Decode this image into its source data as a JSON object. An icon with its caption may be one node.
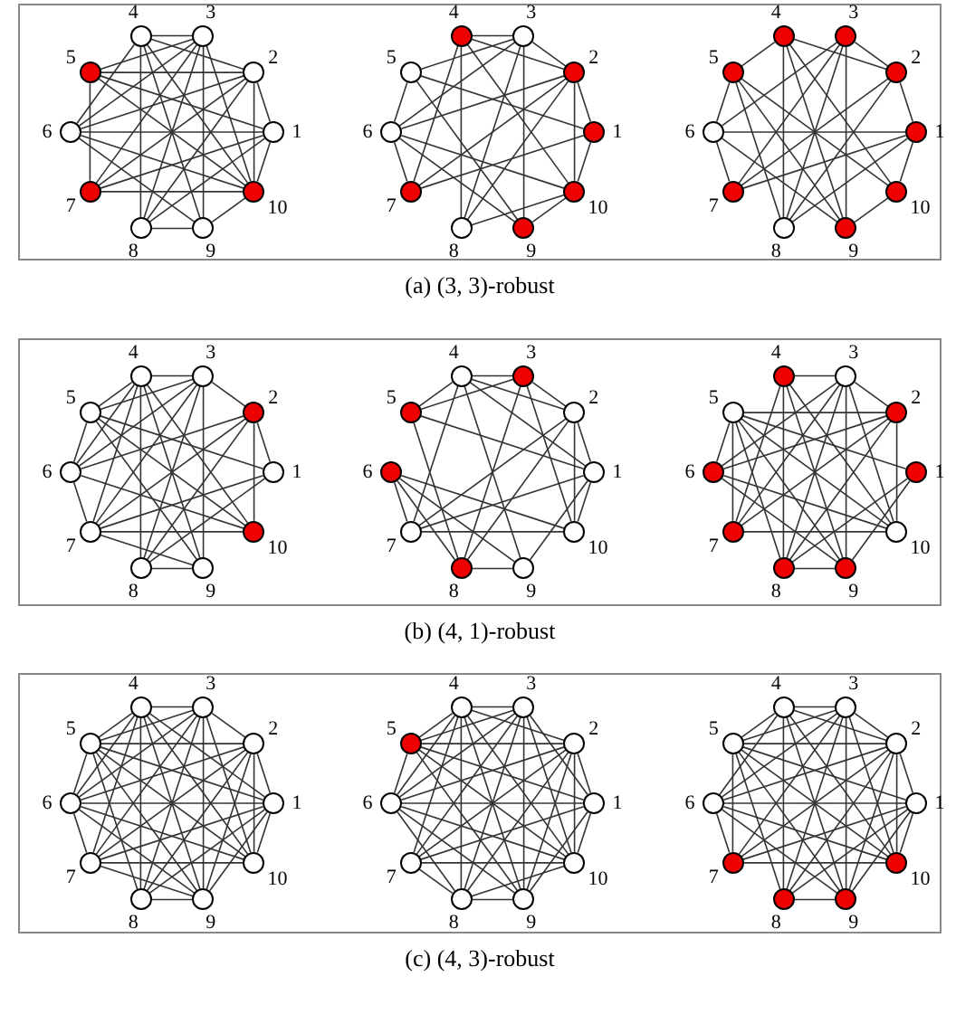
{
  "diagram": {
    "nodes": [
      {
        "text": [
          "(a) (3, 3)-robust"
        ]
      },
      {
        "text": [],
        "shape": "circle",
        "beside": [
          "1"
        ],
        "in": 0
      },
      {
        "text": [],
        "shape": "circle",
        "beside": [
          "2"
        ],
        "in": 0
      },
      {
        "text": [],
        "shape": "circle",
        "beside": [
          "3"
        ],
        "in": 0
      },
      {
        "text": [],
        "shape": "circle",
        "beside": [
          "4"
        ],
        "in": 0
      },
      {
        "text": [],
        "shape": "circle",
        "beside": [
          "5"
        ],
        "in": 0
      },
      {
        "text": [],
        "shape": "circle",
        "beside": [
          "6"
        ],
        "in": 0
      },
      {
        "text": [],
        "shape": "circle",
        "beside": [
          "7"
        ],
        "in": 0
      },
      {
        "text": [],
        "shape": "circle",
        "beside": [
          "8"
        ],
        "in": 0
      },
      {
        "text": [],
        "shape": "circle",
        "beside": [
          "9"
        ],
        "in": 0
      },
      {
        "text": [],
        "shape": "circle",
        "beside": [
          "10"
        ],
        "in": 0
      },
      {
        "text": [],
        "shape": "circle",
        "beside": [
          "1"
        ],
        "in": 0
      },
      {
        "text": [],
        "shape": "circle",
        "beside": [
          "2"
        ],
        "in": 0
      },
      {
        "text": [],
        "shape": "circle",
        "beside": [
          "3"
        ],
        "in": 0
      },
      {
        "text": [],
        "shape": "circle",
        "beside": [
          "4"
        ],
        "in": 0
      },
      {
        "text": [],
        "shape": "circle",
        "beside": [
          "5"
        ],
        "in": 0
      },
      {
        "text": [],
        "shape": "circle",
        "beside": [
          "6"
        ],
        "in": 0
      },
      {
        "text": [],
        "shape": "circle",
        "beside": [
          "7"
        ],
        "in": 0
      },
      {
        "text": [],
        "shape": "circle",
        "beside": [
          "8"
        ],
        "in": 0
      },
      {
        "text": [],
        "shape": "circle",
        "beside": [
          "9"
        ],
        "in": 0
      },
      {
        "text": [],
        "shape": "circle",
        "beside": [
          "10"
        ],
        "in": 0
      },
      {
        "text": [],
        "shape": "circle",
        "beside": [
          "1"
        ],
        "in": 0
      },
      {
        "text": [],
        "shape": "circle",
        "beside": [
          "2"
        ],
        "in": 0
      },
      {
        "text": [],
        "shape": "circle",
        "beside": [
          "3"
        ],
        "in": 0
      },
      {
        "text": [],
        "shape": "circle",
        "beside": [
          "4"
        ],
        "in": 0
      },
      {
        "text": [],
        "shape": "circle",
        "beside": [
          "5"
        ],
        "in": 0
      },
      {
        "text": [],
        "shape": "circle",
        "beside": [
          "6"
        ],
        "in": 0
      },
      {
        "text": [],
        "shape": "circle",
        "beside": [
          "7"
        ],
        "in": 0
      },
      {
        "text": [],
        "shape": "circle",
        "beside": [
          "8"
        ],
        "in": 0
      },
      {
        "text": [],
        "shape": "circle",
        "beside": [
          "9"
        ],
        "in": 0
      },
      {
        "text": [],
        "shape": "circle",
        "beside": [
          "10"
        ],
        "in": 0
      },
      {
        "text": [
          "(b) (4, 1)-robust"
        ]
      },
      {
        "text": [],
        "shape": "circle",
        "beside": [
          "1"
        ],
        "in": 31
      },
      {
        "text": [],
        "shape": "circle",
        "beside": [
          "2"
        ],
        "in": 31
      },
      {
        "text": [],
        "shape": "circle",
        "beside": [
          "3"
        ],
        "in": 31
      },
      {
        "text": [],
        "shape": "circle",
        "beside": [
          "4"
        ],
        "in": 31
      },
      {
        "text": [],
        "shape": "circle",
        "beside": [
          "5"
        ],
        "in": 31
      },
      {
        "text": [],
        "shape": "circle",
        "beside": [
          "6"
        ],
        "in": 31
      },
      {
        "text": [],
        "shape": "circle",
        "beside": [
          "7"
        ],
        "in": 31
      },
      {
        "text": [],
        "shape": "circle",
        "beside": [
          "8"
        ],
        "in": 31
      },
      {
        "text": [],
        "shape": "circle",
        "beside": [
          "9"
        ],
        "in": 31
      },
      {
        "text": [],
        "shape": "circle",
        "beside": [
          "10"
        ],
        "in": 31
      },
      {
        "text": [],
        "shape": "circle",
        "beside": [
          "1"
        ],
        "in": 31
      },
      {
        "text": [],
        "shape": "circle",
        "beside": [
          "2"
        ],
        "in": 31
      },
      {
        "text": [],
        "shape": "circle",
        "beside": [
          "3"
        ],
        "in": 31
      },
      {
        "text": [],
        "shape": "circle",
        "beside": [
          "4"
        ],
        "in": 31
      },
      {
        "text": [],
        "shape": "circle",
        "beside": [
          "5"
        ],
        "in": 31
      },
      {
        "text": [],
        "shape": "circle",
        "beside": [
          "6"
        ],
        "in": 31
      },
      {
        "text": [],
        "shape": "circle",
        "beside": [
          "7"
        ],
        "in": 31
      },
      {
        "text": [],
        "shape": "circle",
        "beside": [
          "8"
        ],
        "in": 31
      },
      {
        "text": [],
        "shape": "circle",
        "beside": [
          "9"
        ],
        "in": 31
      },
      {
        "text": [],
        "shape": "circle",
        "beside": [
          "10"
        ],
        "in": 31
      },
      {
        "text": [],
        "shape": "circle",
        "beside": [
          "1"
        ],
        "in": 31
      },
      {
        "text": [],
        "shape": "circle",
        "beside": [
          "2"
        ],
        "in": 31
      },
      {
        "text": [],
        "shape": "circle",
        "beside": [
          "3"
        ],
        "in": 31
      },
      {
        "text": [],
        "shape": "circle",
        "beside": [
          "4"
        ],
        "in": 31
      },
      {
        "text": [],
        "shape": "circle",
        "beside": [
          "5"
        ],
        "in": 31
      },
      {
        "text": [],
        "shape": "circle",
        "beside": [
          "6"
        ],
        "in": 31
      },
      {
        "text": [],
        "shape": "circle",
        "beside": [
          "7"
        ],
        "in": 31
      },
      {
        "text": [],
        "shape": "circle",
        "beside": [
          "8"
        ],
        "in": 31
      },
      {
        "text": [],
        "shape": "circle",
        "beside": [
          "9"
        ],
        "in": 31
      },
      {
        "text": [],
        "shape": "circle",
        "beside": [
          "10"
        ],
        "in": 31
      },
      {
        "text": [
          "(c) (4, 3)-robust"
        ]
      },
      {
        "text": [],
        "shape": "circle",
        "beside": [
          "1"
        ],
        "in": 62
      },
      {
        "text": [],
        "shape": "circle",
        "beside": [
          "2"
        ],
        "in": 62
      },
      {
        "text": [],
        "shape": "circle",
        "beside": [
          "3"
        ],
        "in": 62
      },
      {
        "text": [],
        "shape": "circle",
        "beside": [
          "4"
        ],
        "in": 62
      },
      {
        "text": [],
        "shape": "circle",
        "beside": [
          "5"
        ],
        "in": 62
      },
      {
        "text": [],
        "shape": "circle",
        "beside": [
          "6"
        ],
        "in": 62
      },
      {
        "text": [],
        "shape": "circle",
        "beside": [
          "7"
        ],
        "in": 62
      },
      {
        "text": [],
        "shape": "circle",
        "beside": [
          "8"
        ],
        "in": 62
      },
      {
        "text": [],
        "shape": "circle",
        "beside": [
          "9"
        ],
        "in": 62
      },
      {
        "text": [],
        "shape": "circle",
        "beside": [
          "10"
        ],
        "in": 62
      },
      {
        "text": [],
        "shape": "circle",
        "beside": [
          "1"
        ],
        "in": 62
      },
      {
        "text": [],
        "shape": "circle",
        "beside": [
          "2"
        ],
        "in": 62
      },
      {
        "text": [],
        "shape": "circle",
        "beside": [
          "3"
        ],
        "in": 62
      },
      {
        "text": [],
        "shape": "circle",
        "beside": [
          "4"
        ],
        "in": 62
      },
      {
        "text": [],
        "shape": "circle",
        "beside": [
          "5"
        ],
        "in": 62
      },
      {
        "text": [],
        "shape": "circle",
        "beside": [
          "6"
        ],
        "in": 62
      },
      {
        "text": [],
        "shape": "circle",
        "beside": [
          "7"
        ],
        "in": 62
      },
      {
        "text": [],
        "shape": "circle",
        "beside": [
          "8"
        ],
        "in": 62
      },
      {
        "text": [],
        "shape": "circle",
        "beside": [
          "9"
        ],
        "in": 62
      },
      {
        "text": [],
        "shape": "circle",
        "beside": [
          "10"
        ],
        "in": 62
      },
      {
        "text": [],
        "shape": "circle",
        "beside": [
          "1"
        ],
        "in": 62
      },
      {
        "text": [],
        "shape": "circle",
        "beside": [
          "2"
        ],
        "in": 62
      },
      {
        "text": [],
        "shape": "circle",
        "beside": [
          "3"
        ],
        "in": 62
      },
      {
        "text": [],
        "shape": "circle",
        "beside": [
          "4"
        ],
        "in": 62
      },
      {
        "text": [],
        "shape": "circle",
        "beside": [
          "5"
        ],
        "in": 62
      },
      {
        "text": [],
        "shape": "circle",
        "beside": [
          "6"
        ],
        "in": 62
      },
      {
        "text": [],
        "shape": "circle",
        "beside": [
          "7"
        ],
        "in": 62
      },
      {
        "text": [],
        "shape": "circle",
        "beside": [
          "8"
        ],
        "in": 62
      },
      {
        "text": [],
        "shape": "circle",
        "beside": [
          "9"
        ],
        "in": 62
      },
      {
        "text": [],
        "shape": "circle",
        "beside": [
          "10"
        ],
        "in": 62
      }
    ],
    "edges": [
      {
        "from": 4,
        "to": 3,
        "arrow": "none"
      },
      {
        "from": 4,
        "to": 2,
        "arrow": "none"
      },
      {
        "from": 4,
        "to": 8,
        "arrow": "none"
      },
      {
        "from": 4,
        "to": 9,
        "arrow": "none"
      },
      {
        "from": 4,
        "to": 10,
        "arrow": "none"
      },
      {
        "from": 3,
        "to": 5,
        "arrow": "none"
      },
      {
        "from": 3,
        "to": 6,
        "arrow": "none"
      },
      {
        "from": 3,
        "to": 7,
        "arrow": "none"
      },
      {
        "from": 3,
        "to": 8,
        "arrow": "none"
      },
      {
        "from": 3,
        "to": 9,
        "arrow": "none"
      },
      {
        "from": 3,
        "to": 10,
        "arrow": "none"
      },
      {
        "from": 5,
        "to": 2,
        "arrow": "none"
      },
      {
        "from": 5,
        "to": 1,
        "arrow": "none"
      },
      {
        "from": 5,
        "to": 10,
        "arrow": "none"
      },
      {
        "from": 5,
        "to": 7,
        "arrow": "none"
      },
      {
        "from": 6,
        "to": 1,
        "arrow": "none"
      },
      {
        "from": 6,
        "to": 2,
        "arrow": "none"
      },
      {
        "from": 6,
        "to": 4,
        "arrow": "none"
      },
      {
        "from": 6,
        "to": 9,
        "arrow": "none"
      },
      {
        "from": 6,
        "to": 10,
        "arrow": "none"
      },
      {
        "from": 7,
        "to": 10,
        "arrow": "none"
      },
      {
        "from": 7,
        "to": 1,
        "arrow": "none"
      },
      {
        "from": 7,
        "to": 2,
        "arrow": "none"
      },
      {
        "from": 8,
        "to": 9,
        "arrow": "none"
      },
      {
        "from": 8,
        "to": 2,
        "arrow": "none"
      },
      {
        "from": 8,
        "to": 1,
        "arrow": "none"
      },
      {
        "from": 2,
        "to": 1,
        "arrow": "none"
      },
      {
        "from": 2,
        "to": 10,
        "arrow": "none"
      },
      {
        "from": 1,
        "to": 10,
        "arrow": "none"
      },
      {
        "from": 9,
        "to": 10,
        "arrow": "none"
      },
      {
        "from": 14,
        "to": 13,
        "arrow": "none"
      },
      {
        "from": 14,
        "to": 12,
        "arrow": "none"
      },
      {
        "from": 14,
        "to": 18,
        "arrow": "none"
      },
      {
        "from": 14,
        "to": 20,
        "arrow": "none"
      },
      {
        "from": 14,
        "to": 17,
        "arrow": "none"
      },
      {
        "from": 13,
        "to": 15,
        "arrow": "none"
      },
      {
        "from": 13,
        "to": 16,
        "arrow": "none"
      },
      {
        "from": 13,
        "to": 19,
        "arrow": "none"
      },
      {
        "from": 13,
        "to": 12,
        "arrow": "none"
      },
      {
        "from": 13,
        "to": 18,
        "arrow": "none"
      },
      {
        "from": 15,
        "to": 16,
        "arrow": "none"
      },
      {
        "from": 15,
        "to": 11,
        "arrow": "none"
      },
      {
        "from": 15,
        "to": 19,
        "arrow": "none"
      },
      {
        "from": 12,
        "to": 16,
        "arrow": "none"
      },
      {
        "from": 12,
        "to": 17,
        "arrow": "none"
      },
      {
        "from": 12,
        "to": 11,
        "arrow": "none"
      },
      {
        "from": 12,
        "to": 20,
        "arrow": "none"
      },
      {
        "from": 12,
        "to": 18,
        "arrow": "none"
      },
      {
        "from": 16,
        "to": 20,
        "arrow": "none"
      },
      {
        "from": 16,
        "to": 19,
        "arrow": "none"
      },
      {
        "from": 16,
        "to": 17,
        "arrow": "none"
      },
      {
        "from": 17,
        "to": 11,
        "arrow": "none"
      },
      {
        "from": 18,
        "to": 20,
        "arrow": "none"
      },
      {
        "from": 11,
        "to": 20,
        "arrow": "none"
      },
      {
        "from": 19,
        "to": 20,
        "arrow": "none"
      },
      {
        "from": 24,
        "to": 22,
        "arrow": "none"
      },
      {
        "from": 24,
        "to": 28,
        "arrow": "none"
      },
      {
        "from": 24,
        "to": 25,
        "arrow": "none"
      },
      {
        "from": 24,
        "to": 29,
        "arrow": "none"
      },
      {
        "from": 24,
        "to": 30,
        "arrow": "none"
      },
      {
        "from": 23,
        "to": 22,
        "arrow": "none"
      },
      {
        "from": 23,
        "to": 27,
        "arrow": "none"
      },
      {
        "from": 23,
        "to": 28,
        "arrow": "none"
      },
      {
        "from": 23,
        "to": 29,
        "arrow": "none"
      },
      {
        "from": 23,
        "to": 26,
        "arrow": "none"
      },
      {
        "from": 25,
        "to": 26,
        "arrow": "none"
      },
      {
        "from": 25,
        "to": 30,
        "arrow": "none"
      },
      {
        "from": 25,
        "to": 29,
        "arrow": "none"
      },
      {
        "from": 25,
        "to": 28,
        "arrow": "none"
      },
      {
        "from": 26,
        "to": 21,
        "arrow": "none"
      },
      {
        "from": 26,
        "to": 27,
        "arrow": "none"
      },
      {
        "from": 26,
        "to": 29,
        "arrow": "none"
      },
      {
        "from": 27,
        "to": 22,
        "arrow": "none"
      },
      {
        "from": 27,
        "to": 21,
        "arrow": "none"
      },
      {
        "from": 28,
        "to": 21,
        "arrow": "none"
      },
      {
        "from": 28,
        "to": 22,
        "arrow": "none"
      },
      {
        "from": 22,
        "to": 21,
        "arrow": "none"
      },
      {
        "from": 21,
        "to": 30,
        "arrow": "none"
      },
      {
        "from": 30,
        "to": 29,
        "arrow": "none"
      },
      {
        "from": 35,
        "to": 34,
        "arrow": "none"
      },
      {
        "from": 35,
        "to": 36,
        "arrow": "none"
      },
      {
        "from": 35,
        "to": 37,
        "arrow": "none"
      },
      {
        "from": 35,
        "to": 38,
        "arrow": "none"
      },
      {
        "from": 35,
        "to": 39,
        "arrow": "none"
      },
      {
        "from": 35,
        "to": 40,
        "arrow": "none"
      },
      {
        "from": 35,
        "to": 41,
        "arrow": "none"
      },
      {
        "from": 34,
        "to": 36,
        "arrow": "none"
      },
      {
        "from": 34,
        "to": 37,
        "arrow": "none"
      },
      {
        "from": 34,
        "to": 38,
        "arrow": "none"
      },
      {
        "from": 34,
        "to": 39,
        "arrow": "none"
      },
      {
        "from": 34,
        "to": 40,
        "arrow": "none"
      },
      {
        "from": 34,
        "to": 33,
        "arrow": "none"
      },
      {
        "from": 36,
        "to": 32,
        "arrow": "none"
      },
      {
        "from": 36,
        "to": 41,
        "arrow": "none"
      },
      {
        "from": 36,
        "to": 37,
        "arrow": "none"
      },
      {
        "from": 36,
        "to": 40,
        "arrow": "none"
      },
      {
        "from": 37,
        "to": 33,
        "arrow": "none"
      },
      {
        "from": 37,
        "to": 38,
        "arrow": "none"
      },
      {
        "from": 37,
        "to": 41,
        "arrow": "none"
      },
      {
        "from": 38,
        "to": 33,
        "arrow": "none"
      },
      {
        "from": 38,
        "to": 32,
        "arrow": "none"
      },
      {
        "from": 38,
        "to": 41,
        "arrow": "none"
      },
      {
        "from": 38,
        "to": 40,
        "arrow": "none"
      },
      {
        "from": 39,
        "to": 33,
        "arrow": "none"
      },
      {
        "from": 39,
        "to": 32,
        "arrow": "none"
      },
      {
        "from": 39,
        "to": 40,
        "arrow": "none"
      },
      {
        "from": 33,
        "to": 32,
        "arrow": "none"
      },
      {
        "from": 33,
        "to": 41,
        "arrow": "none"
      },
      {
        "from": 45,
        "to": 44,
        "arrow": "none"
      },
      {
        "from": 45,
        "to": 46,
        "arrow": "none"
      },
      {
        "from": 45,
        "to": 43,
        "arrow": "none"
      },
      {
        "from": 45,
        "to": 42,
        "arrow": "none"
      },
      {
        "from": 45,
        "to": 48,
        "arrow": "none"
      },
      {
        "from": 45,
        "to": 50,
        "arrow": "none"
      },
      {
        "from": 44,
        "to": 43,
        "arrow": "none"
      },
      {
        "from": 44,
        "to": 46,
        "arrow": "none"
      },
      {
        "from": 44,
        "to": 49,
        "arrow": "none"
      },
      {
        "from": 44,
        "to": 51,
        "arrow": "none"
      },
      {
        "from": 46,
        "to": 42,
        "arrow": "none"
      },
      {
        "from": 46,
        "to": 49,
        "arrow": "none"
      },
      {
        "from": 47,
        "to": 48,
        "arrow": "none"
      },
      {
        "from": 47,
        "to": 49,
        "arrow": "none"
      },
      {
        "from": 47,
        "to": 51,
        "arrow": "none"
      },
      {
        "from": 47,
        "to": 50,
        "arrow": "none"
      },
      {
        "from": 48,
        "to": 43,
        "arrow": "none"
      },
      {
        "from": 48,
        "to": 42,
        "arrow": "none"
      },
      {
        "from": 48,
        "to": 51,
        "arrow": "none"
      },
      {
        "from": 49,
        "to": 50,
        "arrow": "none"
      },
      {
        "from": 49,
        "to": 43,
        "arrow": "none"
      },
      {
        "from": 50,
        "to": 42,
        "arrow": "none"
      },
      {
        "from": 51,
        "to": 42,
        "arrow": "none"
      },
      {
        "from": 43,
        "to": 42,
        "arrow": "none"
      },
      {
        "from": 43,
        "to": 51,
        "arrow": "none"
      },
      {
        "from": 55,
        "to": 54,
        "arrow": "none"
      },
      {
        "from": 55,
        "to": 58,
        "arrow": "none"
      },
      {
        "from": 55,
        "to": 59,
        "arrow": "none"
      },
      {
        "from": 55,
        "to": 61,
        "arrow": "none"
      },
      {
        "from": 55,
        "to": 60,
        "arrow": "none"
      },
      {
        "from": 54,
        "to": 57,
        "arrow": "none"
      },
      {
        "from": 54,
        "to": 58,
        "arrow": "none"
      },
      {
        "from": 54,
        "to": 59,
        "arrow": "none"
      },
      {
        "from": 54,
        "to": 60,
        "arrow": "none"
      },
      {
        "from": 54,
        "to": 53,
        "arrow": "none"
      },
      {
        "from": 54,
        "to": 61,
        "arrow": "none"
      },
      {
        "from": 56,
        "to": 53,
        "arrow": "none"
      },
      {
        "from": 56,
        "to": 57,
        "arrow": "none"
      },
      {
        "from": 56,
        "to": 58,
        "arrow": "none"
      },
      {
        "from": 56,
        "to": 59,
        "arrow": "none"
      },
      {
        "from": 56,
        "to": 60,
        "arrow": "none"
      },
      {
        "from": 56,
        "to": 52,
        "arrow": "none"
      },
      {
        "from": 56,
        "to": 61,
        "arrow": "none"
      },
      {
        "from": 57,
        "to": 53,
        "arrow": "none"
      },
      {
        "from": 57,
        "to": 60,
        "arrow": "none"
      },
      {
        "from": 57,
        "to": 61,
        "arrow": "none"
      },
      {
        "from": 58,
        "to": 61,
        "arrow": "none"
      },
      {
        "from": 58,
        "to": 53,
        "arrow": "none"
      },
      {
        "from": 59,
        "to": 52,
        "arrow": "none"
      },
      {
        "from": 59,
        "to": 60,
        "arrow": "none"
      },
      {
        "from": 59,
        "to": 53,
        "arrow": "none"
      },
      {
        "from": 53,
        "to": 61,
        "arrow": "none"
      },
      {
        "from": 52,
        "to": 60,
        "arrow": "none"
      },
      {
        "from": 66,
        "to": 65,
        "arrow": "none"
      },
      {
        "from": 66,
        "to": 67,
        "arrow": "none"
      },
      {
        "from": 66,
        "to": 68,
        "arrow": "none"
      },
      {
        "from": 66,
        "to": 69,
        "arrow": "none"
      },
      {
        "from": 66,
        "to": 70,
        "arrow": "none"
      },
      {
        "from": 66,
        "to": 71,
        "arrow": "none"
      },
      {
        "from": 66,
        "to": 72,
        "arrow": "none"
      },
      {
        "from": 66,
        "to": 63,
        "arrow": "none"
      },
      {
        "from": 65,
        "to": 67,
        "arrow": "none"
      },
      {
        "from": 65,
        "to": 68,
        "arrow": "none"
      },
      {
        "from": 65,
        "to": 69,
        "arrow": "none"
      },
      {
        "from": 65,
        "to": 70,
        "arrow": "none"
      },
      {
        "from": 65,
        "to": 71,
        "arrow": "none"
      },
      {
        "from": 65,
        "to": 72,
        "arrow": "none"
      },
      {
        "from": 65,
        "to": 64,
        "arrow": "none"
      },
      {
        "from": 67,
        "to": 64,
        "arrow": "none"
      },
      {
        "from": 67,
        "to": 63,
        "arrow": "none"
      },
      {
        "from": 67,
        "to": 72,
        "arrow": "none"
      },
      {
        "from": 67,
        "to": 71,
        "arrow": "none"
      },
      {
        "from": 67,
        "to": 70,
        "arrow": "none"
      },
      {
        "from": 67,
        "to": 68,
        "arrow": "none"
      },
      {
        "from": 68,
        "to": 63,
        "arrow": "none"
      },
      {
        "from": 68,
        "to": 64,
        "arrow": "none"
      },
      {
        "from": 68,
        "to": 72,
        "arrow": "none"
      },
      {
        "from": 68,
        "to": 71,
        "arrow": "none"
      },
      {
        "from": 68,
        "to": 69,
        "arrow": "none"
      },
      {
        "from": 69,
        "to": 72,
        "arrow": "none"
      },
      {
        "from": 69,
        "to": 63,
        "arrow": "none"
      },
      {
        "from": 69,
        "to": 64,
        "arrow": "none"
      },
      {
        "from": 69,
        "to": 71,
        "arrow": "none"
      },
      {
        "from": 70,
        "to": 71,
        "arrow": "none"
      },
      {
        "from": 70,
        "to": 64,
        "arrow": "none"
      },
      {
        "from": 70,
        "to": 63,
        "arrow": "none"
      },
      {
        "from": 71,
        "to": 64,
        "arrow": "none"
      },
      {
        "from": 71,
        "to": 63,
        "arrow": "none"
      },
      {
        "from": 64,
        "to": 63,
        "arrow": "none"
      },
      {
        "from": 64,
        "to": 72,
        "arrow": "none"
      },
      {
        "from": 63,
        "to": 72,
        "arrow": "none"
      },
      {
        "from": 76,
        "to": 75,
        "arrow": "none"
      },
      {
        "from": 76,
        "to": 77,
        "arrow": "none"
      },
      {
        "from": 76,
        "to": 78,
        "arrow": "none"
      },
      {
        "from": 76,
        "to": 79,
        "arrow": "none"
      },
      {
        "from": 76,
        "to": 80,
        "arrow": "none"
      },
      {
        "from": 76,
        "to": 81,
        "arrow": "none"
      },
      {
        "from": 76,
        "to": 82,
        "arrow": "none"
      },
      {
        "from": 76,
        "to": 74,
        "arrow": "none"
      },
      {
        "from": 75,
        "to": 77,
        "arrow": "none"
      },
      {
        "from": 75,
        "to": 78,
        "arrow": "none"
      },
      {
        "from": 75,
        "to": 79,
        "arrow": "none"
      },
      {
        "from": 75,
        "to": 80,
        "arrow": "none"
      },
      {
        "from": 75,
        "to": 81,
        "arrow": "none"
      },
      {
        "from": 75,
        "to": 82,
        "arrow": "none"
      },
      {
        "from": 75,
        "to": 73,
        "arrow": "none"
      },
      {
        "from": 77,
        "to": 74,
        "arrow": "none"
      },
      {
        "from": 77,
        "to": 73,
        "arrow": "none"
      },
      {
        "from": 77,
        "to": 82,
        "arrow": "none"
      },
      {
        "from": 77,
        "to": 81,
        "arrow": "none"
      },
      {
        "from": 77,
        "to": 78,
        "arrow": "none"
      },
      {
        "from": 78,
        "to": 73,
        "arrow": "none"
      },
      {
        "from": 78,
        "to": 74,
        "arrow": "none"
      },
      {
        "from": 78,
        "to": 82,
        "arrow": "none"
      },
      {
        "from": 78,
        "to": 81,
        "arrow": "none"
      },
      {
        "from": 78,
        "to": 80,
        "arrow": "none"
      },
      {
        "from": 79,
        "to": 82,
        "arrow": "none"
      },
      {
        "from": 79,
        "to": 73,
        "arrow": "none"
      },
      {
        "from": 79,
        "to": 74,
        "arrow": "none"
      },
      {
        "from": 79,
        "to": 80,
        "arrow": "none"
      },
      {
        "from": 80,
        "to": 81,
        "arrow": "none"
      },
      {
        "from": 80,
        "to": 74,
        "arrow": "none"
      },
      {
        "from": 80,
        "to": 82,
        "arrow": "none"
      },
      {
        "from": 81,
        "to": 74,
        "arrow": "none"
      },
      {
        "from": 81,
        "to": 73,
        "arrow": "none"
      },
      {
        "from": 74,
        "to": 73,
        "arrow": "none"
      },
      {
        "from": 74,
        "to": 82,
        "arrow": "none"
      },
      {
        "from": 73,
        "to": 82,
        "arrow": "none"
      },
      {
        "from": 86,
        "to": 85,
        "arrow": "none"
      },
      {
        "from": 86,
        "to": 87,
        "arrow": "none"
      },
      {
        "from": 86,
        "to": 88,
        "arrow": "none"
      },
      {
        "from": 86,
        "to": 90,
        "arrow": "none"
      },
      {
        "from": 86,
        "to": 91,
        "arrow": "none"
      },
      {
        "from": 86,
        "to": 92,
        "arrow": "none"
      },
      {
        "from": 86,
        "to": 84,
        "arrow": "none"
      },
      {
        "from": 85,
        "to": 87,
        "arrow": "none"
      },
      {
        "from": 85,
        "to": 88,
        "arrow": "none"
      },
      {
        "from": 85,
        "to": 89,
        "arrow": "none"
      },
      {
        "from": 85,
        "to": 90,
        "arrow": "none"
      },
      {
        "from": 85,
        "to": 91,
        "arrow": "none"
      },
      {
        "from": 85,
        "to": 92,
        "arrow": "none"
      },
      {
        "from": 85,
        "to": 84,
        "arrow": "none"
      },
      {
        "from": 87,
        "to": 84,
        "arrow": "none"
      },
      {
        "from": 87,
        "to": 83,
        "arrow": "none"
      },
      {
        "from": 87,
        "to": 92,
        "arrow": "none"
      },
      {
        "from": 87,
        "to": 91,
        "arrow": "none"
      },
      {
        "from": 87,
        "to": 89,
        "arrow": "none"
      },
      {
        "from": 87,
        "to": 90,
        "arrow": "none"
      },
      {
        "from": 88,
        "to": 83,
        "arrow": "none"
      },
      {
        "from": 88,
        "to": 84,
        "arrow": "none"
      },
      {
        "from": 88,
        "to": 92,
        "arrow": "none"
      },
      {
        "from": 88,
        "to": 91,
        "arrow": "none"
      },
      {
        "from": 88,
        "to": 89,
        "arrow": "none"
      },
      {
        "from": 89,
        "to": 92,
        "arrow": "none"
      },
      {
        "from": 89,
        "to": 83,
        "arrow": "none"
      },
      {
        "from": 89,
        "to": 84,
        "arrow": "none"
      },
      {
        "from": 90,
        "to": 91,
        "arrow": "none"
      },
      {
        "from": 90,
        "to": 84,
        "arrow": "none"
      },
      {
        "from": 90,
        "to": 83,
        "arrow": "none"
      },
      {
        "from": 91,
        "to": 84,
        "arrow": "none"
      },
      {
        "from": 91,
        "to": 83,
        "arrow": "none"
      },
      {
        "from": 84,
        "to": 83,
        "arrow": "none"
      },
      {
        "from": 84,
        "to": 92,
        "arrow": "none"
      },
      {
        "from": 83,
        "to": 92,
        "arrow": "none"
      }
    ]
  }
}
